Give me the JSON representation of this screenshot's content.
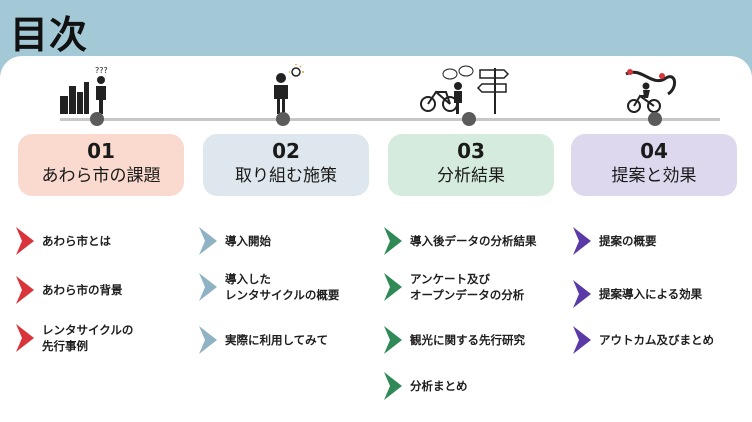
{
  "title": "目次",
  "colors": {
    "background": "#a3c8d6",
    "section1": "#fad9cf",
    "arrow1": "#d9343c",
    "section2": "#dde7ed",
    "arrow2": "#8fb2c4",
    "section3": "#d5ebdd",
    "arrow3": "#2f8a57",
    "section4": "#ddd8ed",
    "arrow4": "#5a3aa6"
  },
  "sections": [
    {
      "number": "01",
      "label": "あわら市の課題",
      "icon": "city-thinker-icon",
      "items": [
        "あわら市とは",
        "あわら市の背景",
        "レンタサイクルの\n先行事例"
      ]
    },
    {
      "number": "02",
      "label": "取り組む施策",
      "icon": "idea-person-icon",
      "items": [
        "導入開始",
        "導入した\nレンタサイクルの概要",
        "実際に利用してみて"
      ]
    },
    {
      "number": "03",
      "label": "分析結果",
      "icon": "cyclist-signpost-icon",
      "items": [
        "導入後データの分析結果",
        "アンケート及び\nオープンデータの分析",
        "観光に関する先行研究",
        "分析まとめ"
      ]
    },
    {
      "number": "04",
      "label": "提案と効果",
      "icon": "cyclist-route-icon",
      "items": [
        "提案の概要",
        "提案導入による効果",
        "アウトカム及びまとめ"
      ]
    }
  ]
}
